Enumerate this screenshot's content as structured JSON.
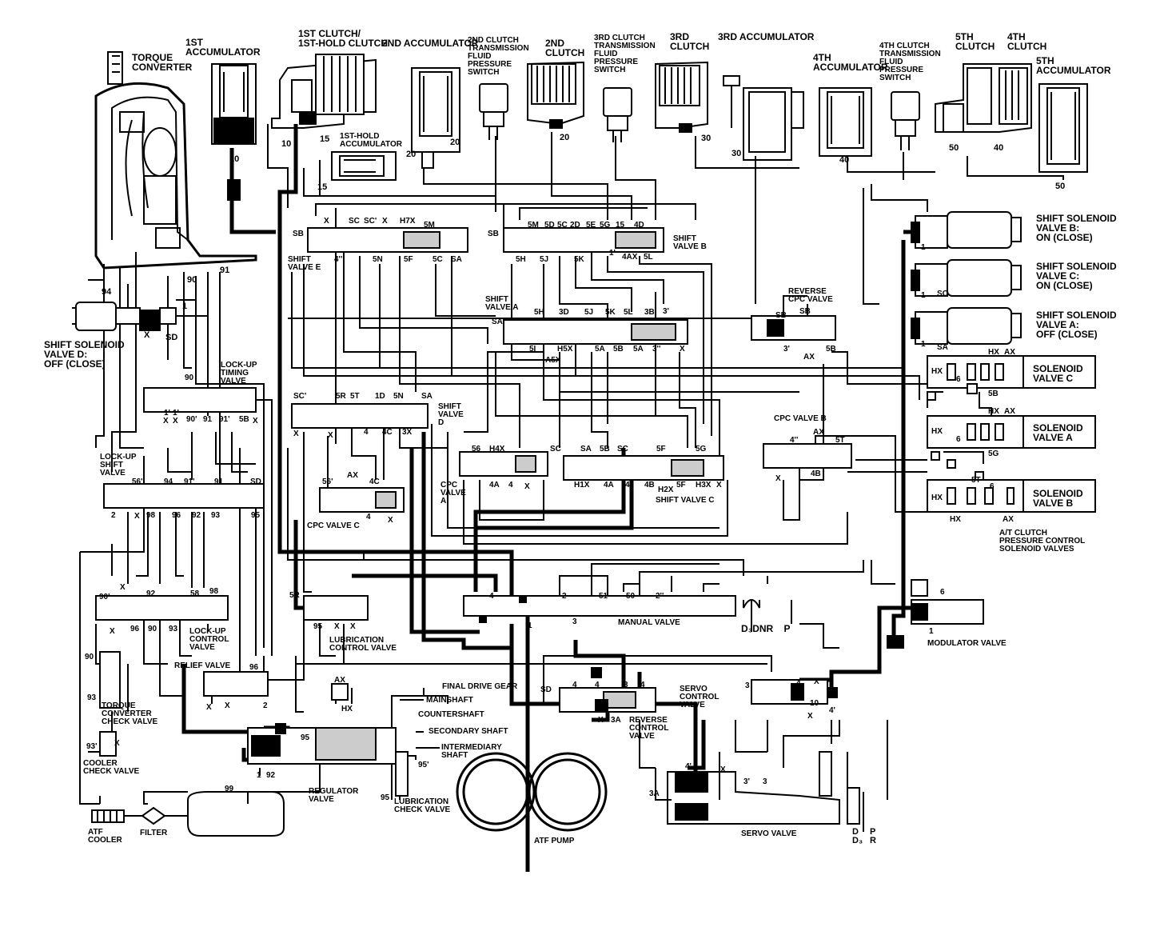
{
  "components": {
    "torque_converter": "TORQUE\nCONVERTER",
    "first_accumulator": "1ST\nACCUMULATOR",
    "first_clutch": "1ST CLUTCH/\n1ST-HOLD CLUTCH",
    "second_accumulator": "2ND ACCUMULATOR",
    "first_hold_accumulator": "1ST-HOLD\nACCUMULATOR",
    "second_clutch_pressure_switch": "2ND CLUTCH\nTRANSMISSION\nFLUID\nPRESSURE\nSWITCH",
    "second_clutch": "2ND\nCLUTCH",
    "third_clutch_pressure_switch": "3RD CLUTCH\nTRANSMISSION\nFLUID\nPRESSURE\nSWITCH",
    "third_clutch": "3RD\nCLUTCH",
    "third_accumulator": "3RD ACCUMULATOR",
    "fourth_accumulator": "4TH\nACCUMULATOR",
    "fourth_clutch_pressure_switch": "4TH CLUTCH\nTRANSMISSION\nFLUID\nPRESSURE\nSWITCH",
    "fifth_clutch": "5TH\nCLUTCH",
    "fourth_clutch": "4TH\nCLUTCH",
    "fifth_accumulator": "5TH\nACCUMULATOR",
    "shift_solenoid_b": "SHIFT SOLENOID\nVALVE B:\nON (CLOSE)",
    "shift_solenoid_c": "SHIFT SOLENOID\nVALVE C:\nON (CLOSE)",
    "shift_solenoid_a": "SHIFT SOLENOID\nVALVE A:\nOFF (CLOSE)",
    "shift_solenoid_d": "SHIFT SOLENOID\nVALVE D:\nOFF (CLOSE)",
    "shift_valve_e": "SHIFT\nVALVE E",
    "shift_valve_b": "SHIFT\nVALVE B",
    "shift_valve_a": "SHIFT\nVALVE A",
    "shift_valve_d": "SHIFT\nVALVE\nD",
    "shift_valve_c": "SHIFT VALVE C",
    "reverse_cpc_valve": "REVERSE\nCPC VALVE",
    "lockup_timing_valve": "LOCK-UP\nTIMING\nVALVE",
    "lockup_shift_valve": "LOCK-UP\nSHIFT\nVALVE",
    "lockup_control_valve": "LOCK-UP\nCONTROL\nVALVE",
    "cpc_valve_a": "CPC\nVALVE\nA",
    "cpc_valve_b": "CPC VALVE B",
    "cpc_valve_c": "CPC VALVE C",
    "solenoid_valve_c": "SOLENOID\nVALVE C",
    "solenoid_valve_a": "SOLENOID\nVALVE A",
    "solenoid_valve_b": "SOLENOID\nVALVE B",
    "at_clutch_solenoids": "A/T CLUTCH\nPRESSURE CONTROL\nSOLENOID VALVES",
    "lubrication_control_valve": "LUBRICATION\nCONTROL VALVE",
    "manual_valve": "MANUAL VALVE",
    "modulator_valve": "MODULATOR VALVE",
    "relief_valve": "RELIEF VALVE",
    "torque_converter_check_valve": "TORQUE\nCONVERTER\nCHECK VALVE",
    "cooler_check_valve": "COOLER\nCHECK VALVE",
    "final_drive_gear": "FINAL DRIVE GEAR",
    "mainshaft": "MAINSHAFT",
    "countershaft": "COUNTERSHAFT",
    "secondary_shaft": "SECONDARY SHAFT",
    "intermediary_shaft": "INTERMEDIARY\nSHAFT",
    "servo_control_valve": "SERVO\nCONTROL\nVALVE",
    "reverse_control_valve": "REVERSE\nCONTROL\nVALVE",
    "regulator_valve": "REGULATOR\nVALVE",
    "lubrication_check_valve": "LUBRICATION\nCHECK VALVE",
    "atf_cooler": "ATF\nCOOLER",
    "filter": "FILTER",
    "atf_pump": "ATF PUMP",
    "servo_valve": "SERVO VALVE",
    "shift_positions": "D₃DNR    P",
    "servo_positions_d": "D\nD₃",
    "servo_positions_p": "P\nR"
  },
  "ports": [
    "10",
    "10",
    "15",
    "15",
    "20",
    "20",
    "20",
    "30",
    "30",
    "40",
    "50",
    "40",
    "50",
    "SB",
    "X",
    "SC",
    "SC'",
    "X",
    "H7X",
    "5M",
    "SB",
    "5M",
    "5D",
    "5C",
    "2D",
    "5E",
    "5G",
    "15",
    "4D",
    "4''",
    "5N",
    "5F",
    "5C",
    "SA",
    "5H",
    "5J",
    "5K",
    "1'",
    "4AX",
    "5L",
    "90",
    "91",
    "94",
    "1",
    "X",
    "SD",
    "SA",
    "5H",
    "3D",
    "5J",
    "5K",
    "5L",
    "3B",
    "3'",
    "5I",
    "H5X",
    "5A",
    "5B",
    "5A",
    "3''",
    "X",
    "A5X",
    "SB",
    "SB",
    "3'",
    "AX",
    "5B",
    "1",
    "SC",
    "1",
    "1",
    "SA",
    "HX",
    "6",
    "HX",
    "AX",
    "5B",
    "HX",
    "6",
    "HX",
    "AX",
    "5G",
    "HX",
    "5T",
    "6",
    "HX",
    "AX",
    "90",
    "SC'",
    "5R",
    "5T",
    "1D",
    "5N",
    "SA",
    "X",
    "X",
    "4",
    "4C",
    "3X",
    "1'",
    "1'",
    "X",
    "X",
    "90'",
    "91",
    "91'",
    "5B",
    "X",
    "56",
    "H4X",
    "SC",
    "SA",
    "5B",
    "SC",
    "5F",
    "5G",
    "4A",
    "4",
    "X",
    "H1X",
    "4A",
    "4",
    "4B",
    "H2X",
    "5F",
    "H3X",
    "X",
    "4''",
    "AX",
    "5T",
    "4B",
    "X",
    "56'",
    "AX",
    "4C",
    "4",
    "X",
    "56'",
    "94",
    "91'",
    "91",
    "SD",
    "2",
    "X",
    "98",
    "96",
    "92",
    "93",
    "95",
    "90'",
    "X",
    "92",
    "58",
    "98",
    "X",
    "96",
    "90",
    "93",
    "90",
    "5R",
    "95",
    "X",
    "X",
    "4",
    "2",
    "51",
    "50",
    "2''",
    "1",
    "3",
    "6",
    "1",
    "96",
    "X",
    "X",
    "2",
    "93",
    "93'",
    "X",
    "SD",
    "4",
    "4",
    "3",
    "4",
    "3",
    "4",
    "X",
    "X",
    "10",
    "4'",
    "X",
    "3A",
    "1",
    "92",
    "95",
    "AX",
    "HX",
    "95'",
    "95",
    "4'",
    "4''",
    "X",
    "3'",
    "3",
    "3A",
    "99"
  ]
}
